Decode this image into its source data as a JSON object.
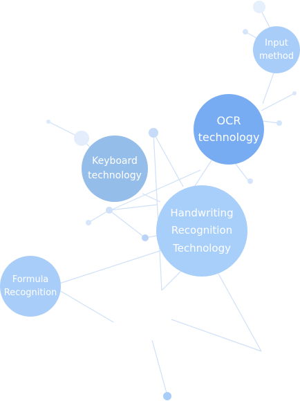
{
  "diagram": {
    "nodes": {
      "input_method": {
        "line1": "Input",
        "line2": "method"
      },
      "ocr": {
        "line1": "OCR",
        "line2": "technology"
      },
      "keyboard": {
        "line1": "Keyboard",
        "line2": "technology"
      },
      "handwriting": {
        "line1": "Handwriting",
        "line2": "Recognition",
        "line3": "Technology"
      },
      "formula": {
        "line1": "Formula",
        "line2": "Recognition"
      }
    },
    "colors": {
      "node_light": "#a9cdf9",
      "node_mid": "#95bde9",
      "node_dark": "#78acf2",
      "line": "#c6dcf8",
      "dot": "#b9d4f8"
    }
  }
}
